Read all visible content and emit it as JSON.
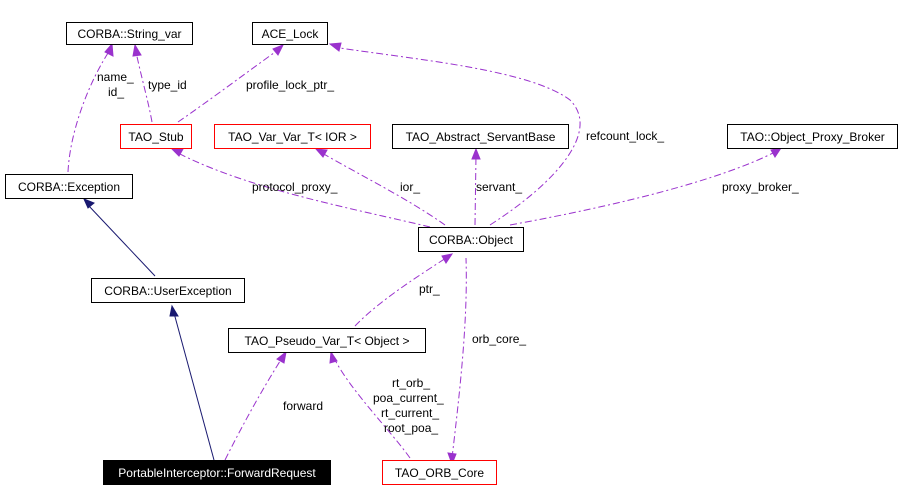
{
  "nodes": {
    "string_var": "CORBA::String_var",
    "ace_lock": "ACE_Lock",
    "tao_stub": "TAO_Stub",
    "var_var": "TAO_Var_Var_T< IOR >",
    "abstract_servant": "TAO_Abstract_ServantBase",
    "proxy_broker": "TAO::Object_Proxy_Broker",
    "exception": "CORBA::Exception",
    "object": "CORBA::Object",
    "user_exception": "CORBA::UserException",
    "pseudo_var": "TAO_Pseudo_Var_T< Object >",
    "forward_request": "PortableInterceptor::ForwardRequest",
    "orb_core": "TAO_ORB_Core"
  },
  "edge_labels": {
    "name": "name_",
    "id": "id_",
    "type_id": "type_id",
    "profile_lock_ptr": "profile_lock_ptr_",
    "refcount_lock": "refcount_lock_",
    "protocol_proxy": "protocol_proxy_",
    "ior": "ior_",
    "servant": "servant_",
    "proxy_broker": "proxy_broker_",
    "ptr": "ptr_",
    "orb_core": "orb_core_",
    "rt_orb": "rt_orb_",
    "poa_current": "poa_current_",
    "rt_current": "rt_current_",
    "root_poa": "root_poa_",
    "forward": "forward"
  },
  "colors": {
    "inheritance_edge": "#191970",
    "usage_edge": "#9a32cd",
    "undocumented_border": "#ff0000",
    "documented_border": "#000000",
    "highlighted_fill": "#000000"
  }
}
